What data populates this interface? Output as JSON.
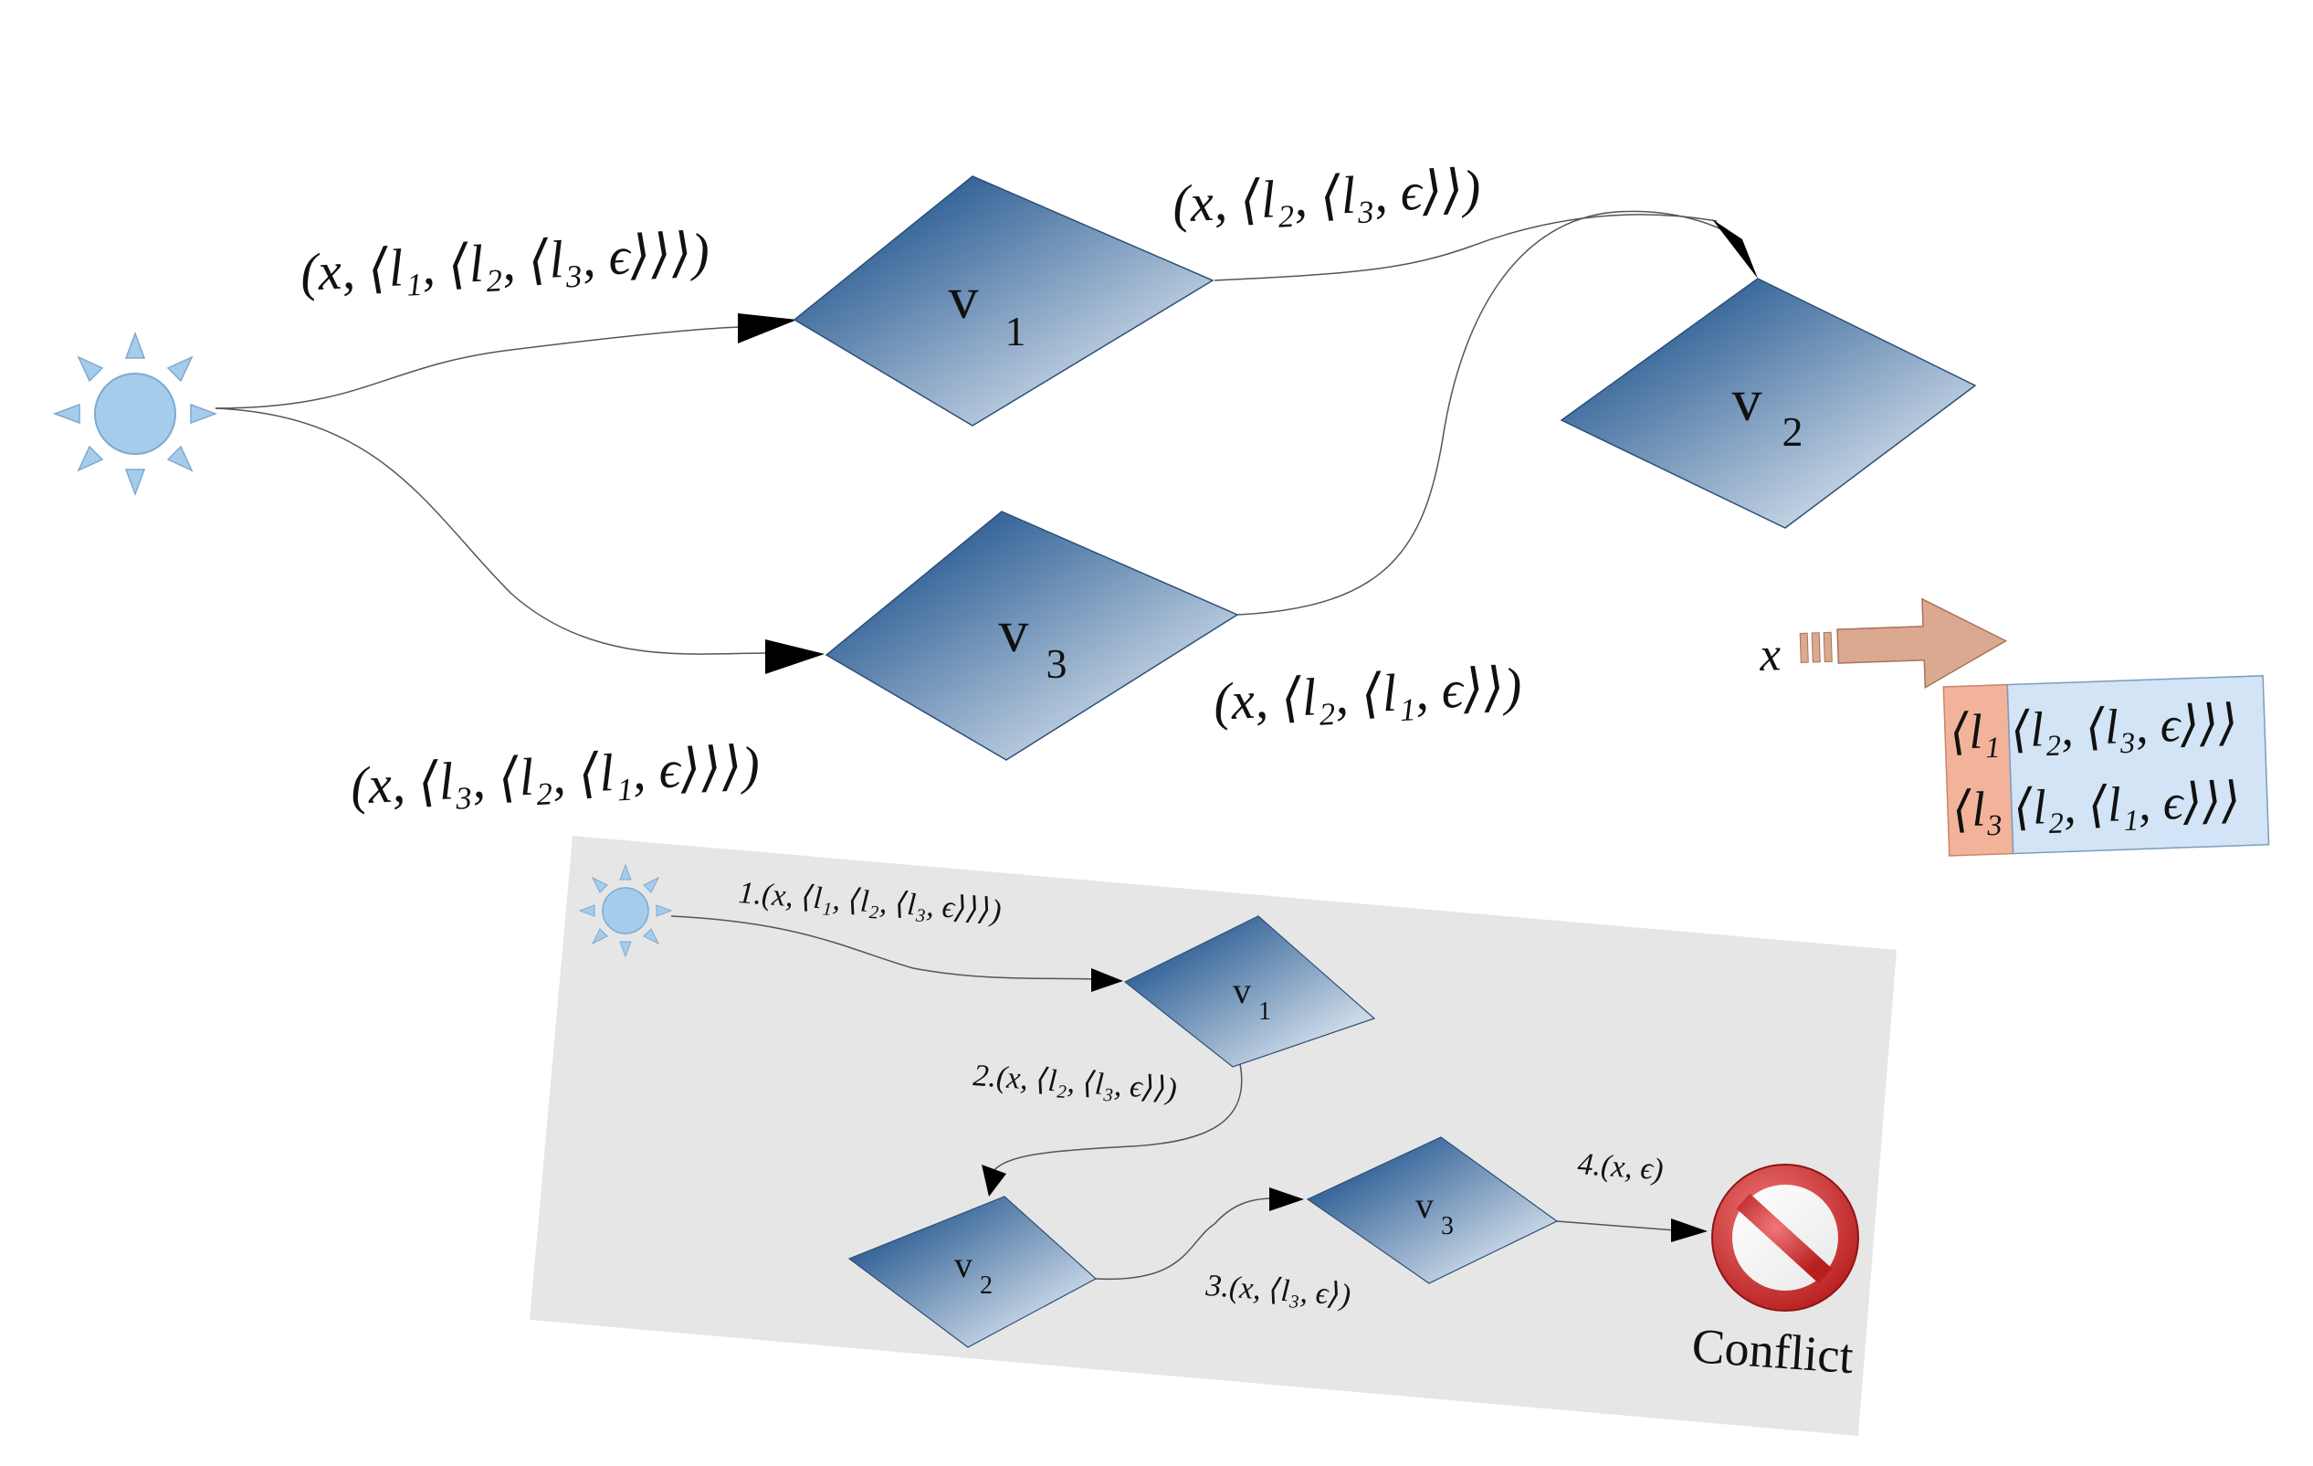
{
  "top": {
    "nodes": {
      "v1": {
        "letter": "v",
        "sub": "1"
      },
      "v2": {
        "letter": "v",
        "sub": "2"
      },
      "v3": {
        "letter": "v",
        "sub": "3"
      }
    },
    "edge_labels": {
      "source_to_v1": "(x, ⟨l₁, ⟨l₂, ⟨l₃, ϵ⟩⟩⟩)",
      "v1_to_v2": "(x, ⟨l₂, ⟨l₃, ϵ⟩⟩)",
      "source_to_v3": "(x, ⟨l₃, ⟨l₂, ⟨l₁, ϵ⟩⟩⟩)",
      "v3_to_v2": "(x, ⟨l₂, ⟨l₁, ϵ⟩⟩)"
    }
  },
  "legend": {
    "input": "x",
    "row1_head": "⟨l₁",
    "row1_tail": "⟨l₂, ⟨l₃, ϵ⟩⟩⟩",
    "row2_head": "⟨l₃",
    "row2_tail": "⟨l₂, ⟨l₁, ϵ⟩⟩⟩"
  },
  "bottom": {
    "nodes": {
      "v1": {
        "letter": "v",
        "sub": "1"
      },
      "v2": {
        "letter": "v",
        "sub": "2"
      },
      "v3": {
        "letter": "v",
        "sub": "3"
      }
    },
    "steps": {
      "step1": "1.(x, ⟨l₁, ⟨l₂, ⟨l₃, ϵ⟩⟩⟩)",
      "step2": "2.(x, ⟨l₂, ⟨l₃, ϵ⟩⟩)",
      "step3": "3.(x, ⟨l₃, ϵ⟩)",
      "step4": "4.(x, ϵ)"
    },
    "conflict_label": "Conflict"
  },
  "colors": {
    "node_dark": "#2e5f95",
    "node_light": "#d4e0ec",
    "sun_fill": "#a6ccec",
    "sun_stroke": "#7fa9d0",
    "panel": "#e6e6e6",
    "legend_head": "#f3b39a",
    "legend_tail": "#d2e4f5",
    "arrow_fill": "#dba98f",
    "stop_red": "#cc2a2a"
  }
}
